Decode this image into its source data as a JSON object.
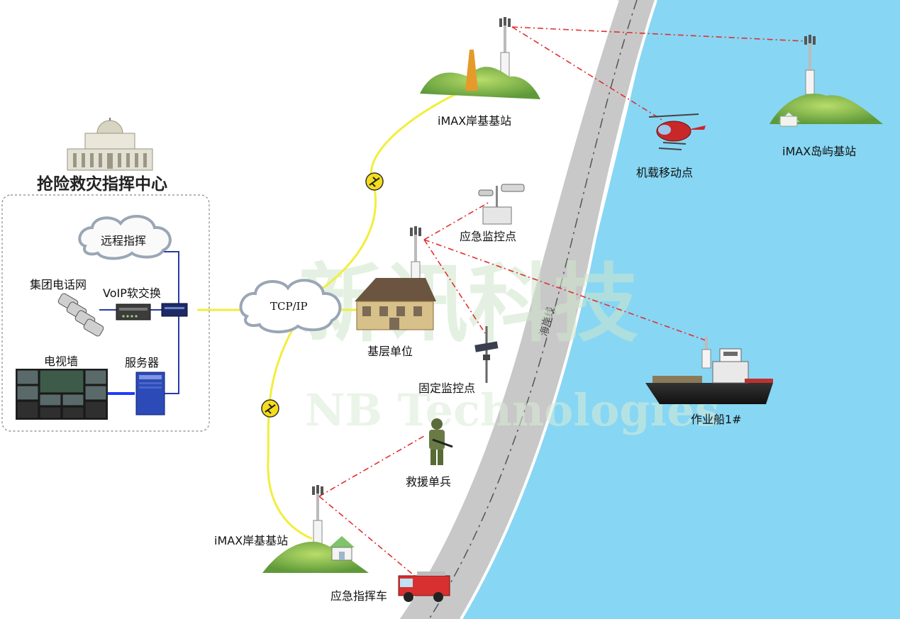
{
  "diagram": {
    "command_center": {
      "title": "抢险救灾指挥中心"
    },
    "nodes": {
      "remote_command": "远程指挥",
      "group_phone": "集团电话网",
      "voip": "VoIP软交换",
      "tv_wall": "电视墙",
      "server": "服务器",
      "tcpip": "TCP/IP",
      "base_unit": "基层单位",
      "shore_station_top": "iMAX岸基基站",
      "shore_station_bottom": "iMAX岸基基站",
      "emergency_monitor": "应急监控点",
      "fixed_monitor": "固定监控点",
      "airborne_mobile": "机载移动点",
      "island_station": "iMAX岛屿基站",
      "work_ship": "作业船1#",
      "rescue_soldier": "救援单兵",
      "command_vehicle": "应急指挥车",
      "coastline": "海岸线"
    },
    "watermark": {
      "cn": "新讯科技",
      "en": "NB Technologies"
    },
    "colors": {
      "sea": "#87d6f4",
      "road": "#c9c9c9",
      "backbone": "#f2ee3c",
      "wireless": "#e03030",
      "lan": "#2a3aa8"
    }
  }
}
